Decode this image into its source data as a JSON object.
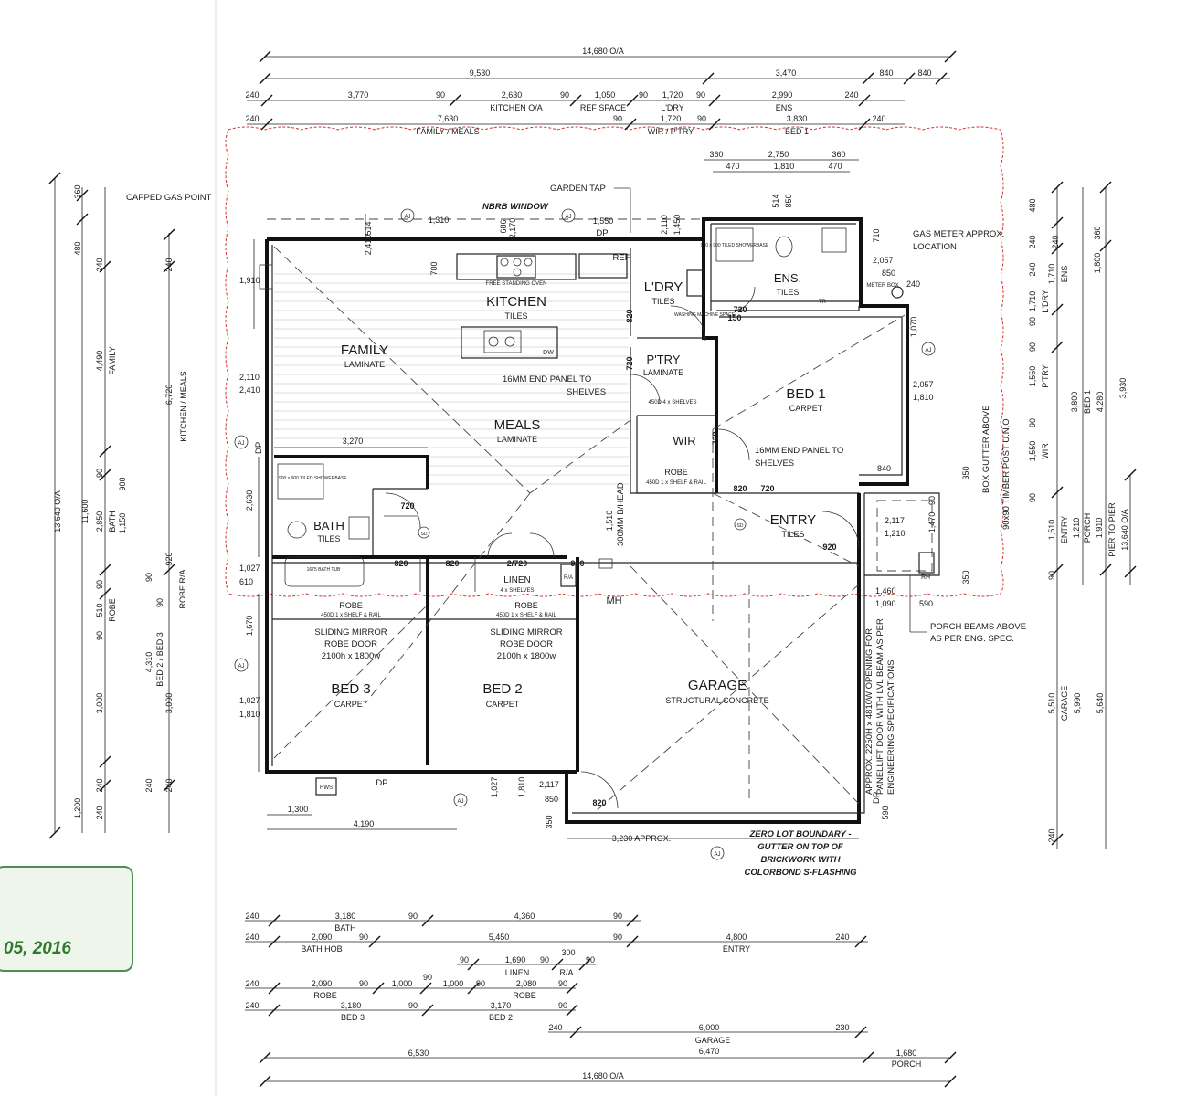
{
  "stamp": {
    "text": "05, 2016"
  },
  "overall": {
    "top_total": "14,680 O/A",
    "bottom_total": "14,680 O/A",
    "left_total": "13,640 O/A",
    "right_total": "13,640 O/A",
    "right_pier": "PIER TO PIER"
  },
  "top_dims": {
    "row1": [
      "9,530",
      "3,470",
      "840",
      "840"
    ],
    "row2": [
      "240",
      "3,770",
      "90",
      "2,630",
      "90",
      "1,050",
      "90",
      "1,720",
      "90",
      "2,990",
      "240"
    ],
    "row2_labels": [
      "KITCHEN O/A",
      "REF SPACE",
      "L'DRY",
      "ENS"
    ],
    "row3": [
      "240",
      "7,630",
      "90",
      "1,720",
      "90",
      "3,830",
      "240"
    ],
    "row3_labels": [
      "FAMILY / MEALS",
      "WIR / P'TRY",
      "BED 1"
    ]
  },
  "left_dims": {
    "outer": [
      "360",
      "480",
      "240",
      "4,490",
      "90",
      "2,850",
      "90",
      "510",
      "90",
      "3,000",
      "240",
      "1,200",
      "240"
    ],
    "outer_labels": [
      "FAMILY",
      "BATH",
      "ROBE"
    ],
    "inner": [
      "240",
      "6,720",
      "90",
      "920",
      "90",
      "4,310",
      "3,000",
      "240",
      "240"
    ],
    "inner_labels": [
      "KITCHEN / MEALS",
      "ROBE R/A",
      "BED 2 / BED 3"
    ],
    "extra": [
      "11,600",
      "900",
      "1,150"
    ]
  },
  "right_dims": {
    "col1": [
      "480",
      "240",
      "1,710",
      "90",
      "1,550",
      "90",
      "1,550",
      "90",
      "1,510",
      "90",
      "240"
    ],
    "col1_labels": [
      "ENS",
      "L'DRY",
      "P'TRY",
      "WIR",
      "ENTRY"
    ],
    "col2": [
      "360",
      "1,800",
      "3,930",
      "3,800",
      "4,280",
      "1,210",
      "1,910",
      "5,510",
      "5,990",
      "5,640"
    ],
    "col2_labels": [
      "BED 1",
      "PORCH",
      "GARAGE"
    ]
  },
  "bottom_dims": {
    "row1": [
      "240",
      "3,180",
      "90",
      "4,360",
      "90"
    ],
    "row1_labels": [
      "BATH"
    ],
    "row2": [
      "240",
      "2,090",
      "90",
      "5,450",
      "90",
      "4,800",
      "240"
    ],
    "row2_labels": [
      "BATH HOB",
      "ENTRY"
    ],
    "row3": [
      "90",
      "1,690",
      "90",
      "300",
      "90"
    ],
    "row3_labels": [
      "LINEN",
      "R/A"
    ],
    "row4": [
      "240",
      "2,090",
      "90",
      "1,000",
      "90",
      "1,000",
      "90",
      "2,080",
      "90"
    ],
    "row4_labels": [
      "ROBE",
      "ROBE"
    ],
    "row5": [
      "240",
      "3,180",
      "90",
      "3,170",
      "90"
    ],
    "row5_labels": [
      "BED 3",
      "BED 2"
    ],
    "row6": [
      "240",
      "6,000",
      "230"
    ],
    "row6_labels": [
      "GARAGE"
    ],
    "row7": [
      "6,530",
      "6,470",
      "1,680"
    ],
    "row7_labels": [
      "GARAGE",
      "PORCH"
    ]
  },
  "rooms": {
    "kitchen": {
      "name": "KITCHEN",
      "finish": "TILES"
    },
    "family": {
      "name": "FAMILY",
      "finish": "LAMINATE"
    },
    "meals": {
      "name": "MEALS",
      "finish": "LAMINATE"
    },
    "ldry": {
      "name": "L'DRY",
      "finish": "TILES"
    },
    "ens": {
      "name": "ENS.",
      "finish": "TILES"
    },
    "ptry": {
      "name": "P'TRY",
      "finish": "LAMINATE"
    },
    "bed1": {
      "name": "BED 1",
      "finish": "CARPET"
    },
    "wir": {
      "name": "WIR"
    },
    "bath": {
      "name": "BATH",
      "finish": "TILES"
    },
    "entry": {
      "name": "ENTRY",
      "finish": "TILES"
    },
    "bed3": {
      "name": "BED 3",
      "finish": "CARPET"
    },
    "bed2": {
      "name": "BED 2",
      "finish": "CARPET"
    },
    "garage": {
      "name": "GARAGE",
      "finish": "STRUCTURAL CONCRETE"
    },
    "linen": {
      "name": "LINEN",
      "sub": "4 x SHELVES"
    }
  },
  "notes": {
    "capped_gas": "CAPPED GAS POINT",
    "garden_tap": "GARDEN TAP",
    "nbrb": "NBRB WINDOW",
    "gas_meter": "GAS METER APPROX.",
    "gas_meter2": "LOCATION",
    "free_oven": "FREE STANDING OVEN",
    "end_panel_1a": "16MM END PANEL TO",
    "end_panel_1b": "SHELVES",
    "end_panel_2a": "16MM END PANEL TO",
    "end_panel_2b": "SHELVES",
    "ptry_shelves": "450D 4 x SHELVES",
    "wir_robe": "ROBE",
    "wir_shelf": "450D 1 x SHELF & RAIL",
    "robe": "ROBE",
    "robe_shelf": "450D 1 x SHELF & RAIL",
    "sliding": "SLIDING MIRROR",
    "robe_door": "ROBE DOOR",
    "robe_size": "2100h x 1800w",
    "shower": "900 x 900 TILED SHOWERBASE",
    "bath_tub": "1675 BATH TUB",
    "box_gutter": "BOX GUTTER ABOVE",
    "timber_post": "90x90 TIMBER POST U.N.O",
    "porch_beams1": "PORCH BEAMS ABOVE",
    "porch_beams2": "AS PER ENG. SPEC.",
    "panellift1": "APPROX. 2250H x 4810W OPENING FOR",
    "panellift2": "PANELLIFT DOOR WITH LVL BEAM AS PER",
    "panellift3": "ENGINEERING SPECIFICATIONS",
    "zero_lot1": "ZERO LOT BOUNDARY -",
    "zero_lot2": "GUTTER ON TOP OF",
    "zero_lot3": "BRICKWORK WITH",
    "zero_lot4": "COLORBOND S-FLASHING",
    "mh": "MH",
    "dp": "DP",
    "ref": "REF",
    "hws": "HWS",
    "rh": "RH",
    "meter_box": "METER BOX",
    "dw": "DW",
    "washing": "WASHING MACHINE SPACE",
    "bhead": "300MM B/HEAD",
    "aj": "AJ",
    "sd": "SD",
    "ra": "R/A",
    "tr": "TR"
  },
  "openings": {
    "d720a": "720",
    "d720b": "720",
    "d720c": "720",
    "d720d": "720",
    "d720e": "720",
    "d820a": "820",
    "d820b": "820",
    "d820c": "820",
    "d820d": "820",
    "d820e": "820",
    "d820f": "820",
    "d920a": "920",
    "d920b": "920",
    "d2720": "2/720",
    "d150": "150"
  },
  "inner_dims": {
    "k514": "514",
    "k2410": "2,410",
    "k1310": "1,310",
    "k686": "686",
    "k2170": "2,170",
    "k1550": "1,550",
    "k2110": "2,110",
    "k1450": "1,450",
    "k700": "700",
    "f1910": "1,910",
    "f2110": "2,110",
    "f2410": "2,410",
    "b3270": "3,270",
    "b2630": "2,630",
    "b1027": "1,027",
    "b610": "610",
    "b1670": "1,670",
    "b1027b": "1,027",
    "b1810": "1,810",
    "e360a": "360",
    "e2750": "2,750",
    "e360b": "360",
    "e470a": "470",
    "e1810": "1,810",
    "e470b": "470",
    "e514": "514",
    "e850": "850",
    "e710": "710",
    "e2057": "2,057",
    "e850b": "850",
    "e240": "240",
    "e1070": "1,070",
    "e2057b": "2,057",
    "e1810b": "1,810",
    "e840": "840",
    "e350": "350",
    "p2117": "2,117",
    "p1210": "1,210",
    "p90": "90",
    "p1470": "1,470",
    "p1460": "1,460",
    "p1090": "1,090",
    "p590": "590",
    "p350": "350",
    "l1510": "1,510",
    "g1300": "1,300",
    "g4190": "4,190",
    "g1027": "1,027",
    "g1810": "1,810",
    "g2117": "2,117",
    "g850": "850",
    "g350": "350",
    "g3230": "3,230 APPROX.",
    "g90": "90",
    "g590": "590"
  }
}
